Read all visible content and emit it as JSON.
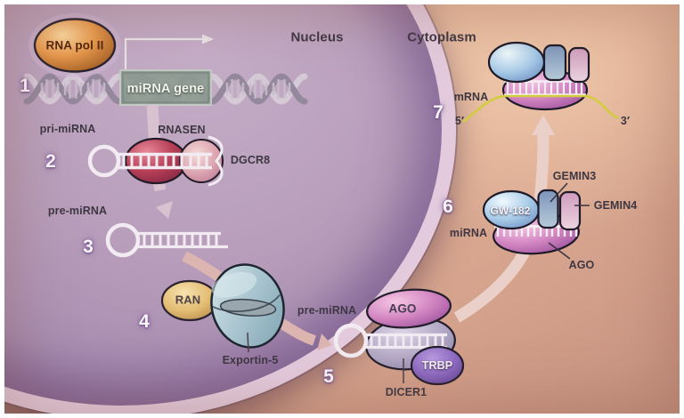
{
  "figure": {
    "nucleus_label": "Nucleus",
    "cytoplasm_label": "Cytoplasm"
  },
  "steps": [
    "1",
    "2",
    "3",
    "4",
    "5",
    "6",
    "7"
  ],
  "labels": {
    "rna_pol_ii": "RNA pol II",
    "mirna_gene": "miRNA gene",
    "pri_mirna": "pri-miRNA",
    "rnasen": "RNASEN",
    "dgcr8": "DGCR8",
    "pre_mirna": "pre-miRNA",
    "ran": "RAN",
    "exportin5": "Exportin-5",
    "ago": "AGO",
    "trbp": "TRBP",
    "dicer1": "DICER1",
    "gw182": "GW-182",
    "gemin3": "GEMIN3",
    "gemin4": "GEMIN4",
    "mirna": "miRNA",
    "mrna": "mRNA",
    "five_prime": "5′",
    "three_prime": "3′"
  },
  "colors": {
    "nucleus_fill": "#b79dba",
    "nuclear_membrane": "#e3cbdd",
    "cytoplasm_fill": "#e0af95",
    "mrna_strand": "#d2cd3f",
    "rna_pol_ii": "#e89a4d",
    "rnasen": "#b84158",
    "dgcr8": "#d9a0ae",
    "ran": "#e3bc72",
    "exportin5": "#a8c4cf",
    "ago": "#c06cb4",
    "dicer1": "#b3a9c6",
    "trbp": "#8b68c0",
    "gw182": "#a9cce8",
    "gemin3": "#8098be",
    "gemin4": "#cf9cbe"
  }
}
